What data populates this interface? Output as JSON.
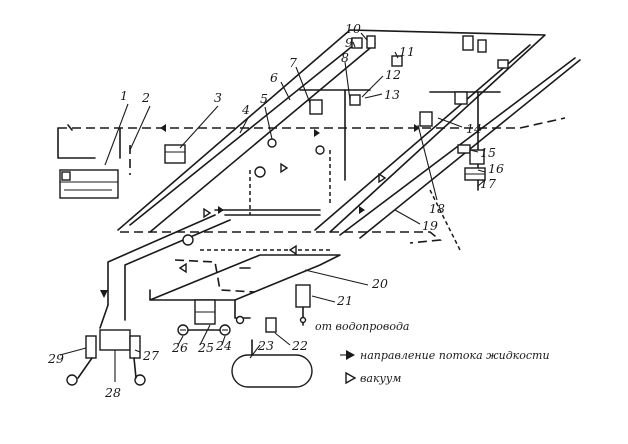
{
  "callouts": [
    "1",
    "2",
    "3",
    "4",
    "5",
    "6",
    "7",
    "8",
    "9",
    "10",
    "11",
    "12",
    "13",
    "14",
    "15",
    "16",
    "17",
    "18",
    "19",
    "20",
    "21",
    "22",
    "23",
    "24",
    "25",
    "26",
    "27",
    "28",
    "29"
  ],
  "notes": {
    "water_supply": "от водопровода",
    "legend_flow": "направление потока жидкости",
    "legend_vacuum": "вакуум"
  }
}
